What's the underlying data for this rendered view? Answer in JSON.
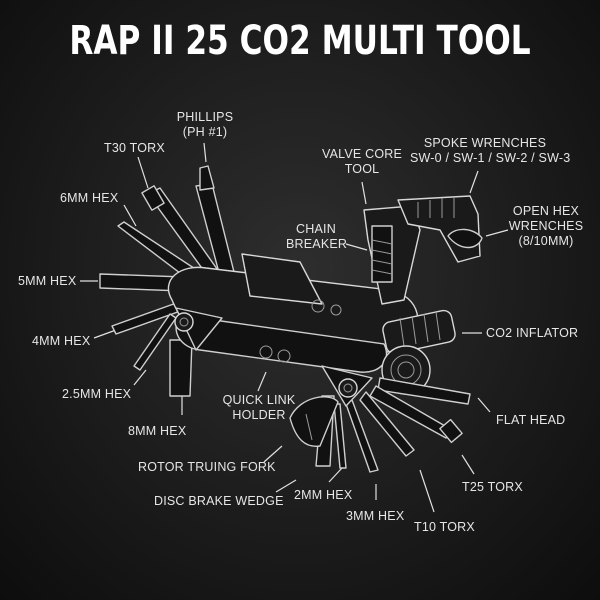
{
  "title": "RAP II 25 CO2 MULTI TOOL",
  "labels": {
    "phillips": [
      "PHILLIPS",
      "(PH #1)"
    ],
    "t30": "T30 TORX",
    "hex6": "6MM HEX",
    "hex5": "5MM HEX",
    "hex4": "4MM HEX",
    "hex25": "2.5MM HEX",
    "hex8": "8MM HEX",
    "valve": [
      "VALVE CORE",
      "TOOL"
    ],
    "spoke": [
      "SPOKE WRENCHES",
      "SW-0 / SW-1 / SW-2 / SW-3"
    ],
    "chain": [
      "CHAIN",
      "BREAKER"
    ],
    "openhex": [
      "OPEN HEX",
      "WRENCHES",
      "(8/10MM)"
    ],
    "co2": "CO2 INFLATOR",
    "quicklink": [
      "QUICK LINK",
      "HOLDER"
    ],
    "flathead": "FLAT HEAD",
    "rotor": "ROTOR TRUING FORK",
    "disc": "DISC BRAKE WEDGE",
    "hex2": "2MM HEX",
    "hex3": "3MM HEX",
    "t25": "T25 TORX",
    "t10": "T10 TORX"
  }
}
